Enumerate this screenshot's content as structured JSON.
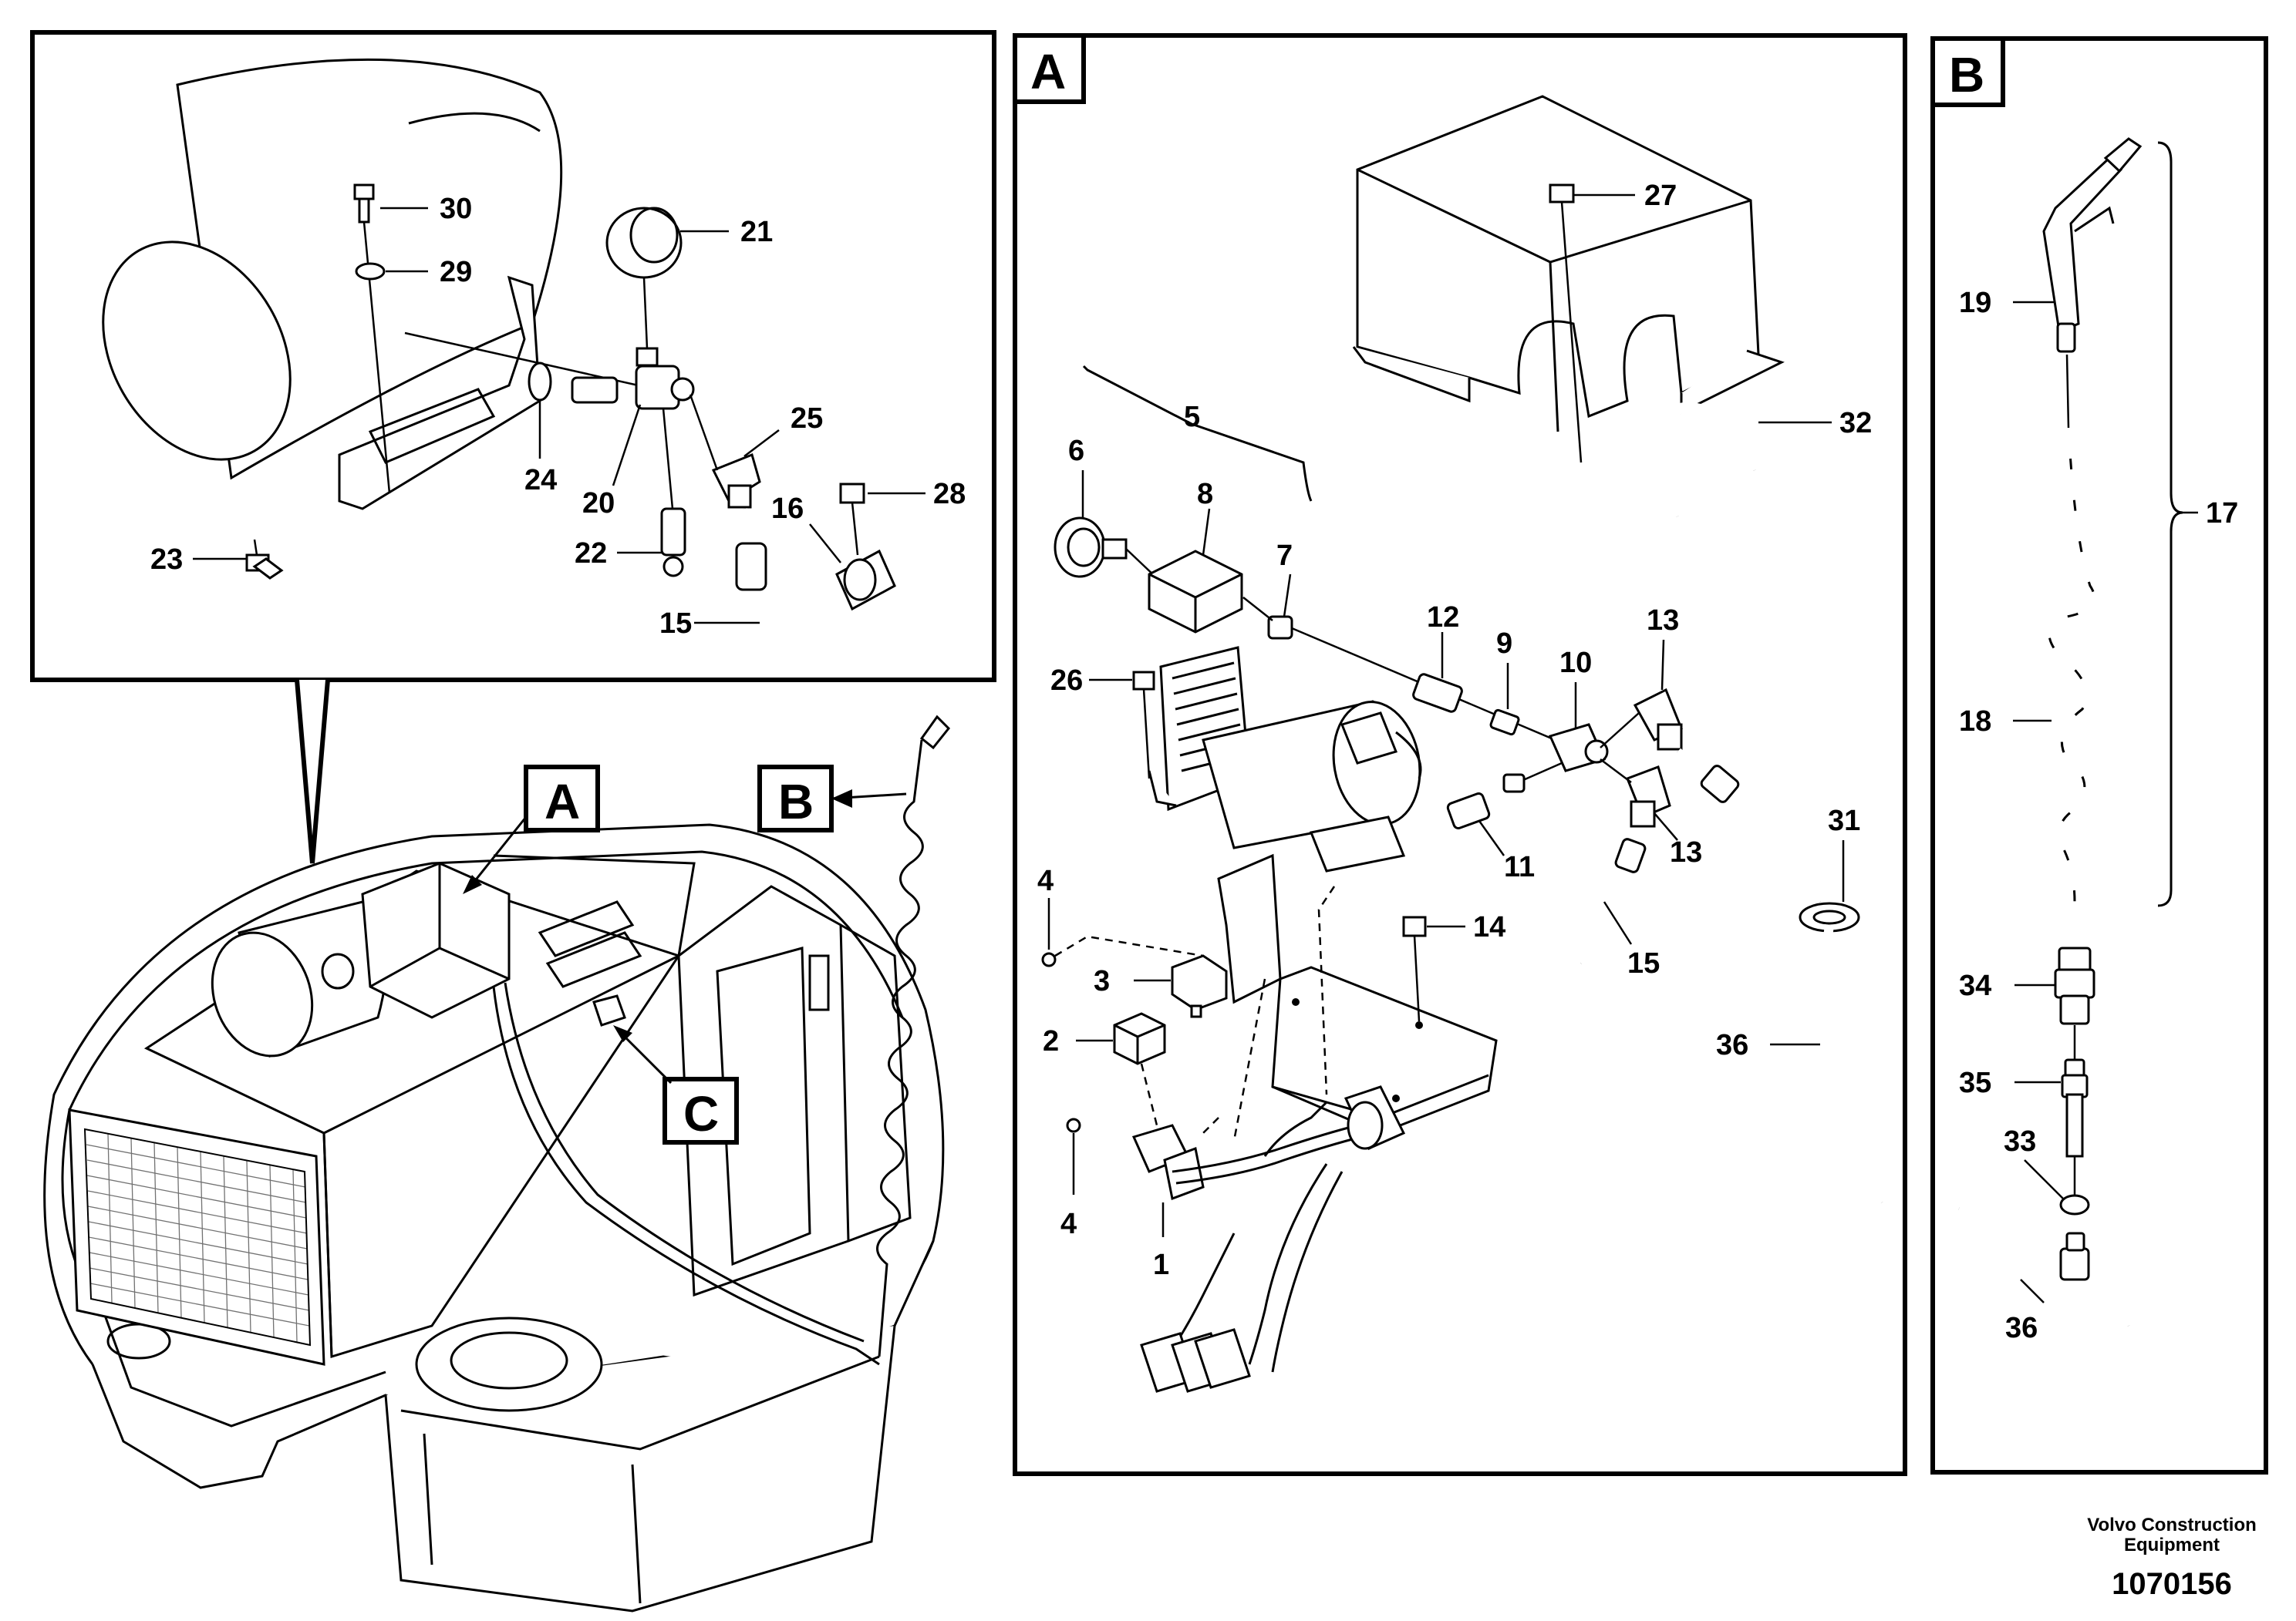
{
  "views": {
    "a": "A",
    "b": "B",
    "c": "C"
  },
  "overview_callouts": {
    "a": "A",
    "b": "B",
    "c": "C"
  },
  "detail_labels": {
    "p30": "30",
    "p29": "29",
    "p21": "21",
    "p25": "25",
    "p28": "28",
    "p24": "24",
    "p20": "20",
    "p16": "16",
    "p22": "22",
    "p23": "23",
    "p15": "15"
  },
  "view_a_labels": {
    "p27": "27",
    "p32": "32",
    "p5": "5",
    "p6": "6",
    "p8": "8",
    "p7": "7",
    "p12": "12",
    "p9": "9",
    "p10": "10",
    "p13a": "13",
    "p26": "26",
    "p11": "11",
    "p13b": "13",
    "p31": "31",
    "p4a": "4",
    "p14": "14",
    "p3": "3",
    "p15": "15",
    "p2": "2",
    "p36": "36",
    "p4b": "4",
    "p1": "1"
  },
  "view_b_labels": {
    "p19": "19",
    "p17": "17",
    "p18": "18",
    "p34": "34",
    "p35": "35",
    "p33": "33",
    "p36": "36"
  },
  "footer": {
    "company_line1": "Volvo Construction",
    "company_line2": "Equipment",
    "diagram_number": "1070156"
  }
}
